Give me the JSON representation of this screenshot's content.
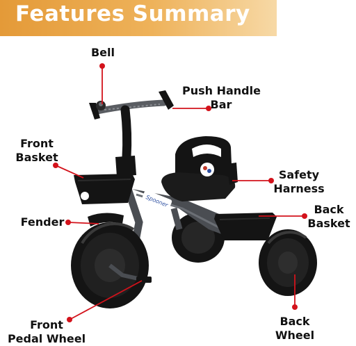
{
  "header": {
    "title": "Features Summary"
  },
  "colors": {
    "banner": "#e8a040",
    "callout_dot": "#d3121b",
    "frame": "#4a4d52",
    "plastic": "#141414"
  },
  "callouts": {
    "bell": "Bell",
    "push_handle_bar_line1": "Push Handle",
    "push_handle_bar_line2": "Bar",
    "front_basket_line1": "Front",
    "front_basket_line2": "Basket",
    "safety_harness_line1": "Safety",
    "safety_harness_line2": "Harness",
    "fender": "Fender",
    "back_basket_line1": "Back",
    "back_basket_line2": "Basket",
    "front_pedal_wheel_line1": "Front",
    "front_pedal_wheel_line2": "Pedal Wheel",
    "back_wheel_line1": "Back",
    "back_wheel_line2": "Wheel"
  },
  "product": {
    "brand_decal": "Spooner",
    "logo": "tricycle-badge"
  }
}
